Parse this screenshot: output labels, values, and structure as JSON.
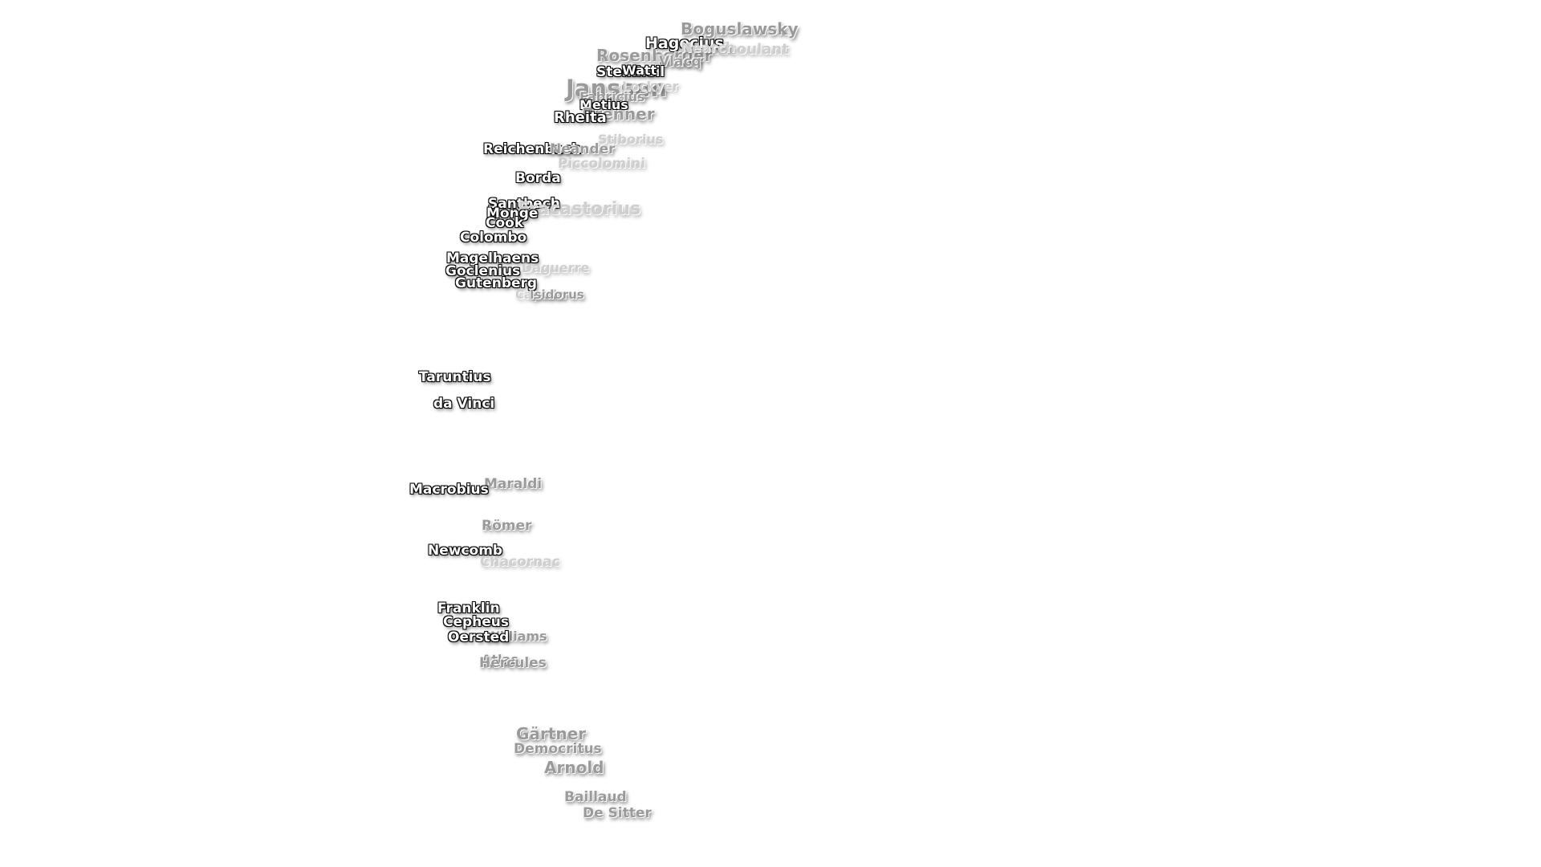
{
  "labels": [
    {
      "name": "Boguslawsky",
      "tone": "mid"
    },
    {
      "name": "Hagecius",
      "tone": "dark"
    },
    {
      "name": "Pontécoulant",
      "tone": "faint"
    },
    {
      "name": "Rosenberger",
      "tone": "mid"
    },
    {
      "name": "Biela",
      "tone": "faint"
    },
    {
      "name": "Vlacq",
      "tone": "mid"
    },
    {
      "name": "Nearch",
      "tone": "faint"
    },
    {
      "name": "Steinheil",
      "tone": "dark"
    },
    {
      "name": "Watt",
      "tone": "dark"
    },
    {
      "name": "Janssen",
      "tone": "mid"
    },
    {
      "name": "Lockyer",
      "tone": "faint"
    },
    {
      "name": "Fabricius",
      "tone": "mid"
    },
    {
      "name": "Metius",
      "tone": "dark"
    },
    {
      "name": "Brenner",
      "tone": "mid"
    },
    {
      "name": "Rheita",
      "tone": "dark"
    },
    {
      "name": "Stiborius",
      "tone": "faint"
    },
    {
      "name": "Reichenbach",
      "tone": "dark"
    },
    {
      "name": "Neander",
      "tone": "mid"
    },
    {
      "name": "Piccolomini",
      "tone": "faint"
    },
    {
      "name": "Borda",
      "tone": "dark"
    },
    {
      "name": "Santbech",
      "tone": "dark"
    },
    {
      "name": "Fracastorius",
      "tone": "faint"
    },
    {
      "name": "Monge",
      "tone": "dark"
    },
    {
      "name": "Cook",
      "tone": "dark"
    },
    {
      "name": "Colombo",
      "tone": "dark"
    },
    {
      "name": "Magelhaens",
      "tone": "dark"
    },
    {
      "name": "Daguerre",
      "tone": "faint"
    },
    {
      "name": "Goclenius",
      "tone": "dark"
    },
    {
      "name": "Gutenberg",
      "tone": "dark"
    },
    {
      "name": "Capella",
      "tone": "faint"
    },
    {
      "name": "Isidorus",
      "tone": "mid"
    },
    {
      "name": "Taruntius",
      "tone": "dark"
    },
    {
      "name": "da Vinci",
      "tone": "dark"
    },
    {
      "name": "Maraldi",
      "tone": "mid"
    },
    {
      "name": "Macrobius",
      "tone": "dark"
    },
    {
      "name": "Römer",
      "tone": "mid"
    },
    {
      "name": "Newcomb",
      "tone": "dark"
    },
    {
      "name": "Chacornac",
      "tone": "faint"
    },
    {
      "name": "Franklin",
      "tone": "dark"
    },
    {
      "name": "Cepheus",
      "tone": "dark"
    },
    {
      "name": "Williams",
      "tone": "mid"
    },
    {
      "name": "Oersted",
      "tone": "dark"
    },
    {
      "name": "Atlas",
      "tone": "mid"
    },
    {
      "name": "Hercules",
      "tone": "mid"
    },
    {
      "name": "Gärtner",
      "tone": "mid"
    },
    {
      "name": "Democritus",
      "tone": "mid"
    },
    {
      "name": "Arnold",
      "tone": "mid"
    },
    {
      "name": "Baillaud",
      "tone": "mid"
    },
    {
      "name": "De Sitter",
      "tone": "mid"
    }
  ]
}
